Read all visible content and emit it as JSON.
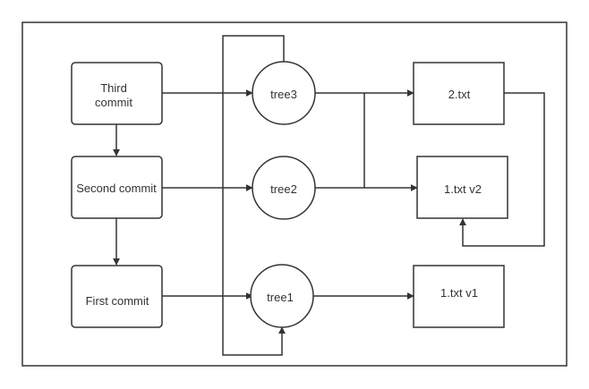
{
  "commits": {
    "third": [
      "Third",
      "commit"
    ],
    "second": "Second commit",
    "first": "First commit"
  },
  "trees": {
    "tree3": "tree3",
    "tree2": "tree2",
    "tree1": "tree1"
  },
  "blobs": {
    "b2": "2.txt",
    "b1v2": "1.txt v2",
    "b1v1": "1.txt v1"
  },
  "colors": {
    "stroke": "#333333",
    "fill": "#ffffff",
    "text": "#333333"
  }
}
